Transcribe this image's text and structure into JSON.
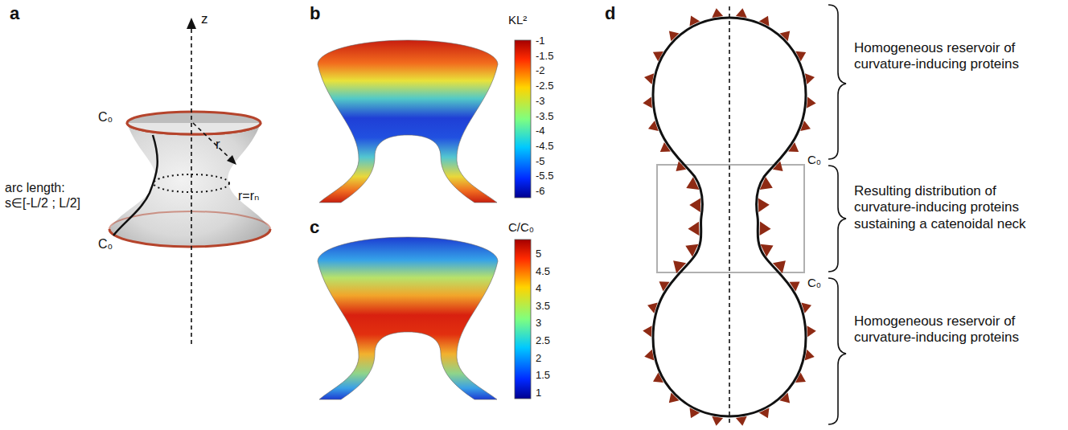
{
  "diagram": {
    "labels": [
      "a",
      "z",
      "C₀",
      "r",
      "arc length:",
      "s∈[-L/2 ; L/2]",
      "r=rₙ",
      "C₀",
      "b",
      "KL²",
      "-1",
      "-1.5",
      "-2",
      "-2.5",
      "-3",
      "-3.5",
      "-4",
      "-4.5",
      "-5",
      "-5.5",
      "-6",
      "c",
      "C/C₀",
      "5",
      "4.5",
      "4",
      "3.5",
      "3",
      "2.5",
      "2",
      "1.5",
      "1",
      "d",
      "Homogeneous reservoir of curvature-inducing proteins",
      "C₀",
      "Resulting distribution of curvature-inducing proteins sustaining a catenoidal neck",
      "C₀",
      "Homogeneous reservoir of curvature-inducing proteins"
    ]
  }
}
